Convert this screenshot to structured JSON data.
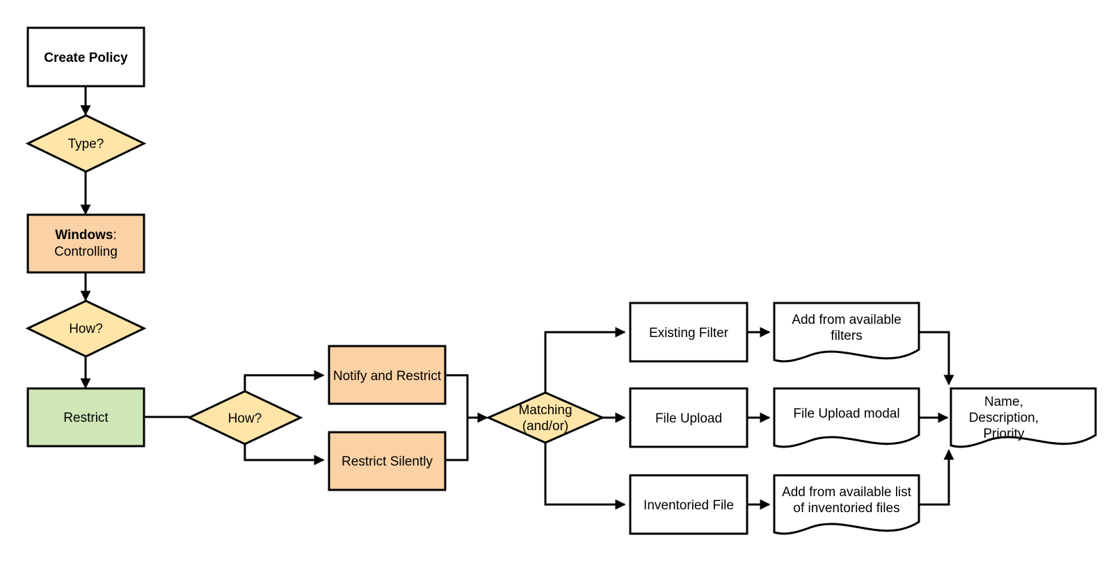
{
  "diagram": {
    "title": "Create Policy flowchart",
    "colors": {
      "process_white": "#ffffff",
      "decision_yellow": "#ffe6a8",
      "action_orange": "#fad2a5",
      "state_green": "#cfe7b6",
      "stroke": "#000000",
      "text": "#000000"
    }
  },
  "nodes": {
    "create_policy": {
      "label": "Create Policy",
      "shape": "process",
      "fill": "#ffffff"
    },
    "type_decision": {
      "label": "Type?",
      "shape": "decision",
      "fill": "#ffe6a8"
    },
    "windows_controlling": {
      "label_bold": "Windows",
      "label_colon": ":",
      "label_rest": "Controlling",
      "shape": "process",
      "fill": "#fad2a5"
    },
    "how_decision_1": {
      "label": "How?",
      "shape": "decision",
      "fill": "#ffe6a8"
    },
    "restrict": {
      "label": "Restrict",
      "shape": "process",
      "fill": "#cfe7b6"
    },
    "how_decision_2": {
      "label": "How?",
      "shape": "decision",
      "fill": "#ffe6a8"
    },
    "notify_and_restrict": {
      "label": "Notify and Restrict",
      "shape": "process",
      "fill": "#fad2a5"
    },
    "restrict_silently": {
      "label": "Restrict Silently",
      "shape": "process",
      "fill": "#fad2a5"
    },
    "matching": {
      "label_line1": "Matching",
      "label_line2": "(and/or)",
      "shape": "decision",
      "fill": "#ffe6a8"
    },
    "existing_filter": {
      "label": "Existing Filter",
      "shape": "process",
      "fill": "#ffffff"
    },
    "file_upload": {
      "label": "File Upload",
      "shape": "process",
      "fill": "#ffffff"
    },
    "inventoried_file": {
      "label": "Inventoried File",
      "shape": "process",
      "fill": "#ffffff"
    },
    "add_from_available_filters": {
      "label_line1": "Add from available",
      "label_line2": "filters",
      "shape": "document",
      "fill": "#ffffff"
    },
    "file_upload_modal": {
      "label_line1": "File Upload modal",
      "shape": "document",
      "fill": "#ffffff"
    },
    "add_from_inventoried_list": {
      "label_line1": "Add from available list",
      "label_line2": "of inventoried files",
      "shape": "document",
      "fill": "#ffffff"
    },
    "name_description_priority": {
      "label_line1": "Name,",
      "label_line2": "Description,",
      "label_line3": "Priority",
      "shape": "document",
      "fill": "#ffffff"
    }
  },
  "edges": [
    {
      "from": "create_policy",
      "to": "type_decision",
      "arrow": true
    },
    {
      "from": "type_decision",
      "to": "windows_controlling",
      "arrow": true
    },
    {
      "from": "windows_controlling",
      "to": "how_decision_1",
      "arrow": true
    },
    {
      "from": "how_decision_1",
      "to": "restrict",
      "arrow": true
    },
    {
      "from": "restrict",
      "to": "how_decision_2",
      "arrow": false
    },
    {
      "from": "how_decision_2",
      "to": "notify_and_restrict",
      "arrow": true
    },
    {
      "from": "how_decision_2",
      "to": "restrict_silently",
      "arrow": true
    },
    {
      "from": "notify_and_restrict",
      "to": "matching",
      "arrow": true
    },
    {
      "from": "restrict_silently",
      "to": "matching",
      "arrow": true
    },
    {
      "from": "matching",
      "to": "existing_filter",
      "arrow": true
    },
    {
      "from": "matching",
      "to": "file_upload",
      "arrow": true
    },
    {
      "from": "matching",
      "to": "inventoried_file",
      "arrow": true
    },
    {
      "from": "existing_filter",
      "to": "add_from_available_filters",
      "arrow": true
    },
    {
      "from": "file_upload",
      "to": "file_upload_modal",
      "arrow": true
    },
    {
      "from": "inventoried_file",
      "to": "add_from_inventoried_list",
      "arrow": true
    },
    {
      "from": "add_from_available_filters",
      "to": "name_description_priority",
      "arrow": true
    },
    {
      "from": "file_upload_modal",
      "to": "name_description_priority",
      "arrow": true
    },
    {
      "from": "add_from_inventoried_list",
      "to": "name_description_priority",
      "arrow": true
    }
  ]
}
